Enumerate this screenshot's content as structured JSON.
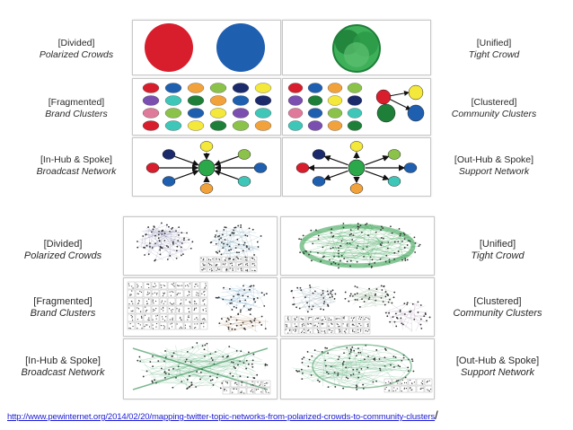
{
  "top": {
    "left_labels": [
      {
        "title": "[Divided]",
        "subtitle": "Polarized Crowds"
      },
      {
        "title": "[Fragmented]",
        "subtitle": "Brand Clusters"
      },
      {
        "title": "[In-Hub & Spoke]",
        "subtitle": "Broadcast Network"
      }
    ],
    "right_labels": [
      {
        "title": "[Unified]",
        "subtitle": "Tight Crowd"
      },
      {
        "title": "[Clustered]",
        "subtitle": "Community Clusters"
      },
      {
        "title": "[Out-Hub & Spoke]",
        "subtitle": "Support Network"
      }
    ]
  },
  "bottom": {
    "left_labels": [
      {
        "title": "[Divided]",
        "subtitle": "Polarized Crowds"
      },
      {
        "title": "[Fragmented]",
        "subtitle": "Brand Clusters"
      },
      {
        "title": "[In-Hub & Spoke]",
        "subtitle": "Broadcast Network"
      }
    ],
    "right_labels": [
      {
        "title": "[Unified]",
        "subtitle": "Tight Crowd"
      },
      {
        "title": "[Clustered]",
        "subtitle": "Community Clusters"
      },
      {
        "title": "[Out-Hub & Spoke]",
        "subtitle": "Support Network"
      }
    ]
  },
  "source_link": "http://www.pewinternet.org/2014/02/20/mapping-twitter-topic-networks-from-polarized-crowds-to-community-clusters",
  "source_link_trailing": "/",
  "colors": {
    "red": "#d81e2c",
    "blue": "#1f5fb0",
    "green": "#2aa84a",
    "dark_green": "#1e7f38",
    "yellow": "#f4e83a",
    "orange": "#f2a23a",
    "navy": "#1b2a6b",
    "pink": "#e07a9a",
    "teal": "#3ec7b8",
    "light_green": "#8bc34a",
    "purple": "#7b4fb0",
    "link": "#1a1ad6"
  }
}
